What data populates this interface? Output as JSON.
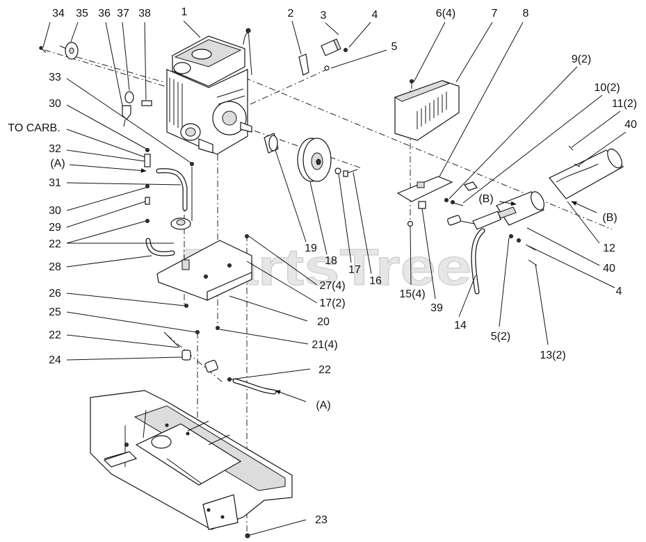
{
  "diagram": {
    "watermark": "PartsTree"
  },
  "callouts": {
    "top": [
      "34",
      "35",
      "36",
      "37",
      "38",
      "1",
      "2",
      "3",
      "4",
      "5",
      "6(4)",
      "7",
      "8",
      "9(2)",
      "10(2)",
      "11(2)",
      "40"
    ],
    "left": [
      "33",
      "30",
      "TO CARB.",
      "32",
      "(A)",
      "31",
      "30",
      "29",
      "22",
      "28",
      "26",
      "25",
      "22",
      "24"
    ],
    "center": [
      "19",
      "18",
      "17",
      "16",
      "27(4)",
      "17(2)",
      "20",
      "21(4)",
      "22",
      "(A)",
      "23"
    ],
    "right": [
      "(B)",
      "(B)",
      "12",
      "40",
      "4",
      "15(4)",
      "39",
      "14",
      "5(2)",
      "13(2)"
    ]
  }
}
